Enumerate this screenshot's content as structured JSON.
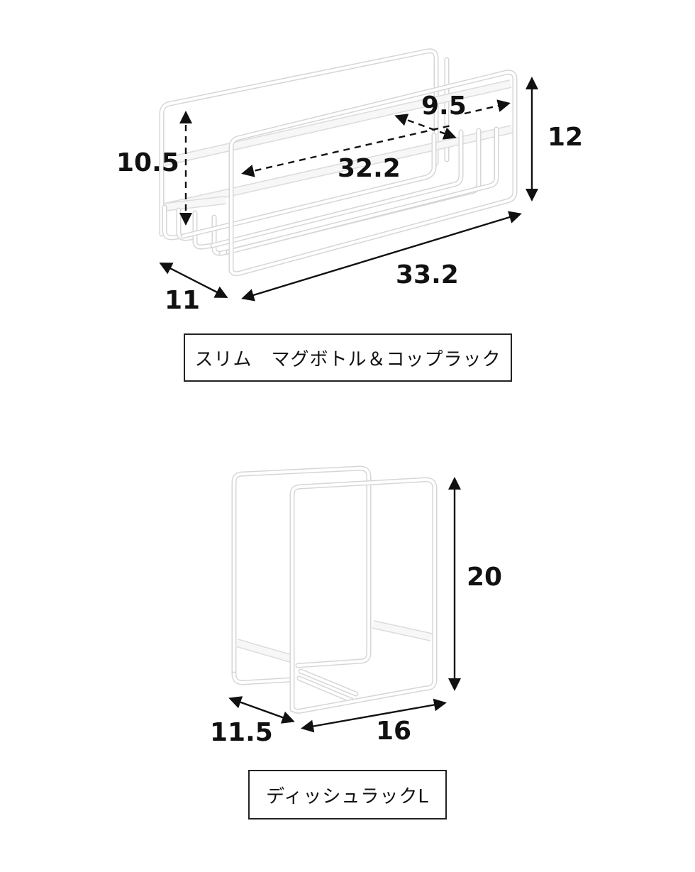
{
  "products": [
    {
      "name": "スリム マグボトル＆コップラック",
      "name_display": "スリム　マグボトル＆コップラック",
      "dimensions": {
        "inner_height": "10.5",
        "inner_width": "9.5",
        "inner_length": "32.2",
        "height": "12",
        "length": "33.2",
        "depth": "11"
      }
    },
    {
      "name": "ディッシュラックL",
      "dimensions": {
        "height": "20",
        "depth": "11.5",
        "width": "16"
      }
    }
  ],
  "colors": {
    "background": "#ffffff",
    "wire": "#d6d6d6",
    "text": "#111111",
    "label_border": "#222222"
  }
}
